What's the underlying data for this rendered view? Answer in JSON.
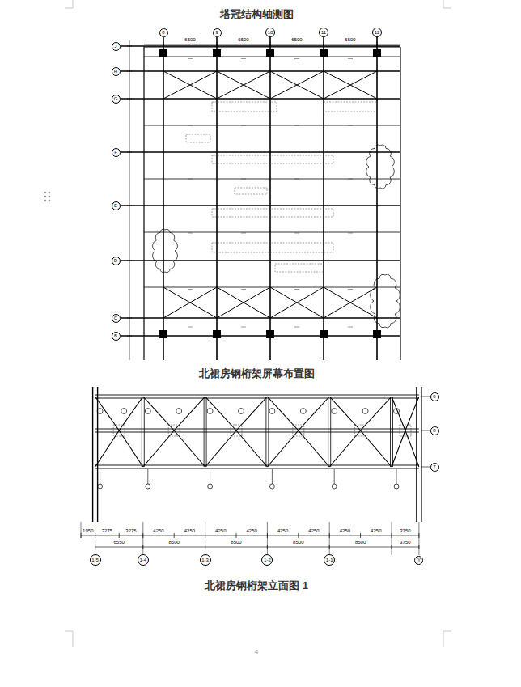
{
  "diagram": {
    "title": "塔冠结构轴测图",
    "caption": "北裙房钢桁架立面图 1",
    "nodes": [
      {
        "text": [
          "8"
        ]
      },
      {
        "text": [
          "9"
        ]
      },
      {
        "text": [
          "10"
        ]
      },
      {
        "text": [
          "11"
        ]
      },
      {
        "text": [
          "12"
        ]
      },
      {
        "text": [
          "J"
        ]
      },
      {
        "text": [
          "H"
        ]
      },
      {
        "text": [
          "G"
        ]
      },
      {
        "text": [
          "F"
        ]
      },
      {
        "text": [
          "E"
        ]
      },
      {
        "text": [
          "D"
        ]
      },
      {
        "text": [
          "C"
        ]
      },
      {
        "text": [
          "B"
        ]
      },
      {
        "text": [
          "1-5"
        ]
      },
      {
        "text": [
          "1-4"
        ]
      },
      {
        "text": [
          "1-3"
        ]
      },
      {
        "text": [
          "1-2"
        ]
      },
      {
        "text": [
          "1-1"
        ]
      },
      {
        "text": [
          "Y"
        ]
      },
      {
        "text": [
          "9"
        ]
      },
      {
        "text": [
          "8"
        ]
      },
      {
        "text": [
          "7"
        ]
      }
    ],
    "labels": [
      "北裙房钢桁架屏幕布置图",
      "6500",
      "6500",
      "6500",
      "6500",
      "1950",
      "3275",
      "3275",
      "4250",
      "4250",
      "4250",
      "4250",
      "4250",
      "4250",
      "4250",
      "4250",
      "3750",
      "6550",
      "8500",
      "8500",
      "8500",
      "8500",
      "3750",
      "4"
    ]
  }
}
